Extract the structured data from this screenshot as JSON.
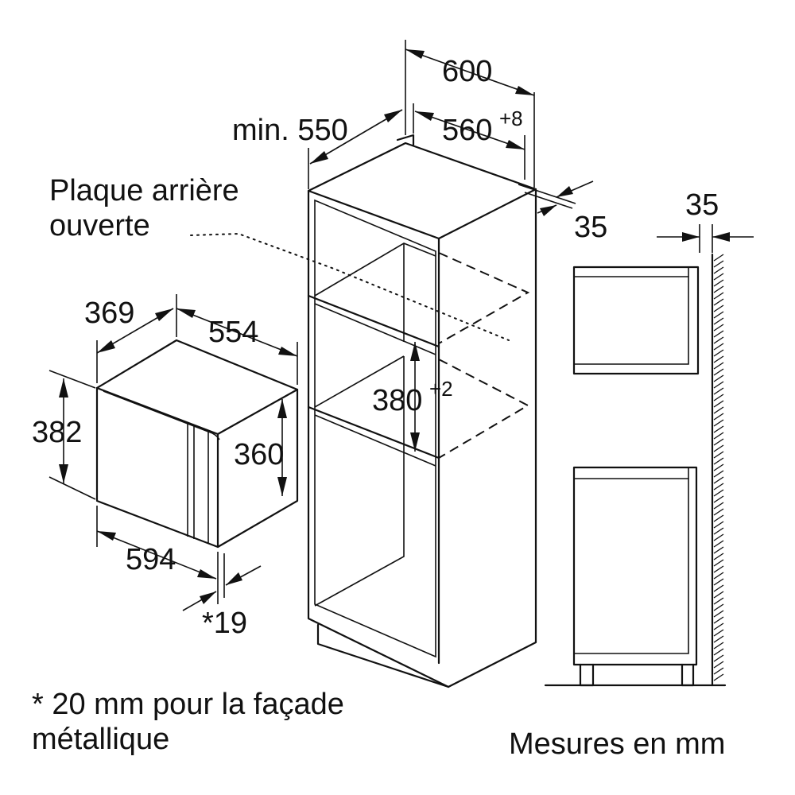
{
  "labels": {
    "min_prefix": "min. 550",
    "width_600": "600",
    "width_560": "560",
    "tol_560": "+8",
    "gap_35_right": "35",
    "gap_35_side": "35",
    "open_back_line1": "Plaque arrière",
    "open_back_line2": "ouverte",
    "dim_369": "369",
    "dim_554": "554",
    "dim_382": "382",
    "dim_360": "360",
    "dim_594": "594",
    "dim_19": "*19",
    "dim_380": "380",
    "tol_380": "+2",
    "note_line1": "* 20 mm pour la façade",
    "note_line2": "métallique",
    "units": "Mesures en mm"
  }
}
